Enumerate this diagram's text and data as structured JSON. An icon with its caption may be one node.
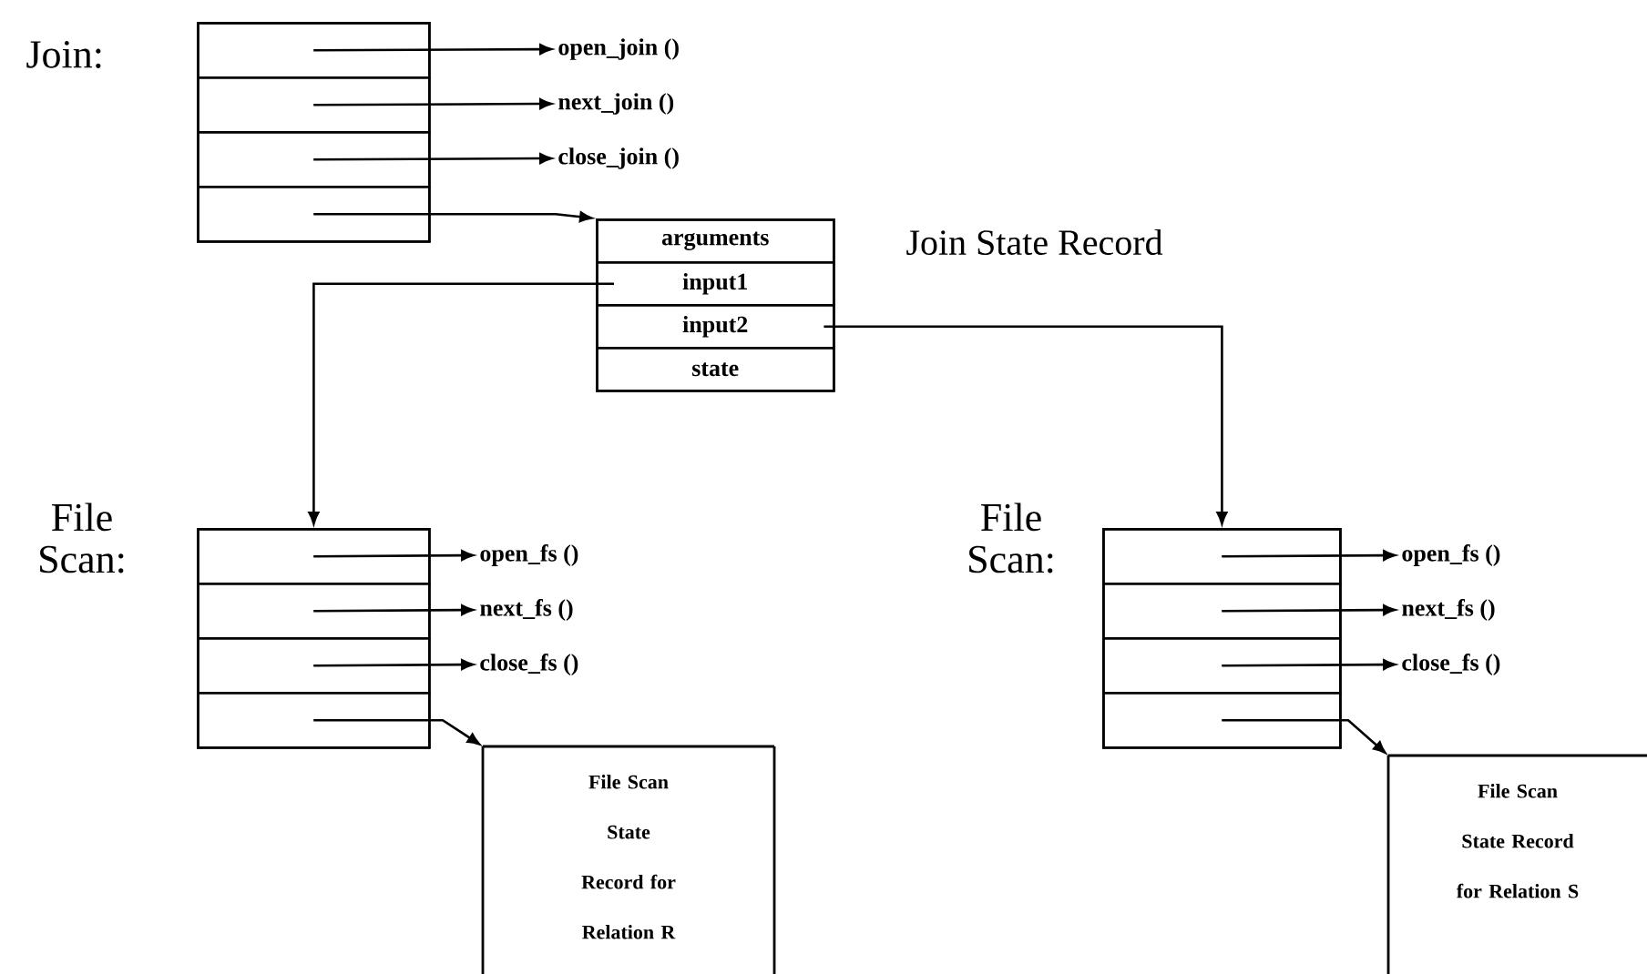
{
  "diagram": {
    "nodes": [
      {
        "text": [],
        "shape": "box",
        "beside": [
          "Join:"
        ]
      },
      {
        "text": [],
        "shape": "box",
        "in": 0
      },
      {
        "text": [],
        "shape": "box",
        "in": 0
      },
      {
        "text": [],
        "shape": "box",
        "in": 0
      },
      {
        "text": [],
        "shape": "box",
        "in": 0
      },
      {
        "text": [
          "open_join ()"
        ]
      },
      {
        "text": [
          "next_join ()"
        ]
      },
      {
        "text": [
          "close_join ()"
        ]
      },
      {
        "text": [],
        "shape": "box",
        "beside": [
          "Join State Record"
        ]
      },
      {
        "text": [
          "arguments"
        ],
        "in": 8
      },
      {
        "text": [
          "input1"
        ],
        "in": 8
      },
      {
        "text": [
          "input2"
        ],
        "in": 8
      },
      {
        "text": [
          "state"
        ],
        "in": 8
      },
      {
        "text": [],
        "shape": "box",
        "beside": [
          "File Scan:"
        ]
      },
      {
        "text": [],
        "shape": "box",
        "in": 13
      },
      {
        "text": [],
        "shape": "box",
        "in": 13
      },
      {
        "text": [],
        "shape": "box",
        "in": 13
      },
      {
        "text": [],
        "shape": "box",
        "in": 13
      },
      {
        "text": [
          "open_fs ()"
        ]
      },
      {
        "text": [
          "next_fs ()"
        ]
      },
      {
        "text": [
          "close_fs ()"
        ]
      },
      {
        "text": [
          "File Scan State Record for Relation R"
        ]
      },
      {
        "text": [],
        "shape": "box",
        "beside": [
          "File Scan:"
        ]
      },
      {
        "text": [],
        "shape": "box",
        "in": 22
      },
      {
        "text": [],
        "shape": "box",
        "in": 22
      },
      {
        "text": [],
        "shape": "box",
        "in": 22
      },
      {
        "text": [],
        "shape": "box",
        "in": 22
      },
      {
        "text": [
          "open_fs ()"
        ]
      },
      {
        "text": [
          "next_fs ()"
        ]
      },
      {
        "text": [
          "close_fs ()"
        ]
      },
      {
        "text": [
          "File Scan State Record for Relation S"
        ]
      }
    ],
    "edges": [
      {
        "from": 1,
        "to": 5,
        "arrow": "to"
      },
      {
        "from": 2,
        "to": 6,
        "arrow": "to"
      },
      {
        "from": 3,
        "to": 7,
        "arrow": "to"
      },
      {
        "from": 4,
        "to": 8,
        "arrow": "to"
      },
      {
        "from": 10,
        "to": 13,
        "arrow": "to"
      },
      {
        "from": 11,
        "to": 22,
        "arrow": "to"
      },
      {
        "from": 14,
        "to": 18,
        "arrow": "to"
      },
      {
        "from": 15,
        "to": 19,
        "arrow": "to"
      },
      {
        "from": 16,
        "to": 20,
        "arrow": "to"
      },
      {
        "from": 17,
        "to": 21,
        "arrow": "to"
      },
      {
        "from": 23,
        "to": 27,
        "arrow": "to"
      },
      {
        "from": 24,
        "to": 28,
        "arrow": "to"
      },
      {
        "from": 25,
        "to": 29,
        "arrow": "to"
      },
      {
        "from": 26,
        "to": 30,
        "arrow": "to"
      }
    ]
  }
}
